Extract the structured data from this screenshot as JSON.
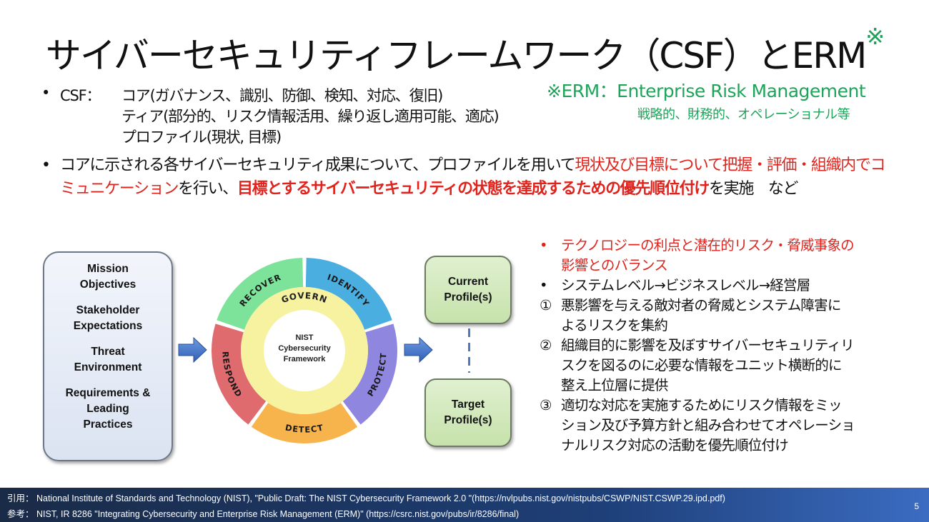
{
  "title": {
    "text": "サイバーセキュリティフレームワーク（CSF）とERM",
    "note_mark": "※"
  },
  "erm_note": {
    "line1": "※ERM：Enterprise Risk Management",
    "line2": "戦略的、財務的、オペレーショナル等"
  },
  "csf": {
    "bullet": "•",
    "label": "CSF：",
    "lines": [
      "コア(ガバナンス、識別、防御、検知、対応、復旧)",
      "ティア(部分的、リスク情報活用、繰り返し適用可能、適応)",
      "プロファイル(現状, 目標)"
    ]
  },
  "paragraph": {
    "bullet": "•",
    "part1": "コアに示される各サイバーセキュリティ成果について、プロファイルを用いて",
    "part2_red": "現状及び目標について把握・評価・組織内でコミュニケーション",
    "part3": "を行い、",
    "part4_red_bold": "目標とするサイバーセキュリティの状態を達成するための優先順位付け",
    "part5": "を実施　など"
  },
  "diagram": {
    "left_box": [
      "Mission Objectives",
      "Stakeholder Expectations",
      "Threat Environment",
      "Requirements & Leading Practices"
    ],
    "left_box_lines": [
      [
        "Mission",
        "Objectives"
      ],
      [
        "Stakeholder",
        "Expectations"
      ],
      [
        "Threat",
        "Environment"
      ],
      [
        "Requirements &",
        "Leading",
        "Practices"
      ]
    ],
    "wheel": {
      "center": [
        "NIST",
        "Cybersecurity",
        "Framework"
      ],
      "inner": "GOVERN",
      "segments": [
        {
          "label": "IDENTIFY",
          "color": "#4aaee0"
        },
        {
          "label": "PROTECT",
          "color": "#8f86e0"
        },
        {
          "label": "DETECT",
          "color": "#f7b44c"
        },
        {
          "label": "RESPOND",
          "color": "#e06b6e"
        },
        {
          "label": "RECOVER",
          "color": "#7de39a"
        }
      ],
      "inner_color": "#f7f2a0"
    },
    "profiles": {
      "current": [
        "Current",
        "Profile(s)"
      ],
      "target": [
        "Target",
        "Profile(s)"
      ]
    }
  },
  "right_list": [
    {
      "marker": "•",
      "text": "テクノロジーの利点と潜在的リスク・脅威事象の影響とのバランス",
      "lines": [
        "テクノロジーの利点と潜在的リスク・脅威事象の",
        "影響とのバランス"
      ],
      "color": "#e0231c"
    },
    {
      "marker": "•",
      "lines": [
        "システムレベル→ビジネスレベル→経営層"
      ]
    },
    {
      "marker": "①",
      "lines": [
        "悪影響を与える敵対者の脅威とシステム障害に",
        "よるリスクを集約"
      ]
    },
    {
      "marker": "②",
      "lines": [
        "組織目的に影響を及ぼすサイバーセキュリティリ",
        "スクを図るのに必要な情報をユニット横断的に",
        "整え上位層に提供"
      ]
    },
    {
      "marker": "③",
      "lines": [
        "適切な対応を実施するためにリスク情報をミッ",
        "ション及び予算方針と組み合わせてオペレーショ",
        "ナルリスク対応の活動を優先順位付け"
      ]
    }
  ],
  "footer": {
    "citation": "引用： National Institute of Standards and Technology (NIST), \"Public Draft: The NIST Cybersecurity Framework 2.0 \"(https://nvlpubs.nist.gov/nistpubs/CSWP/NIST.CSWP.29.ipd.pdf)",
    "reference": "参考：  NIST, IR 8286 \"Integrating Cybersecurity and Enterprise Risk Management (ERM)\" (https://csrc.nist.gov/pubs/ir/8286/final)",
    "page_number": "5"
  }
}
